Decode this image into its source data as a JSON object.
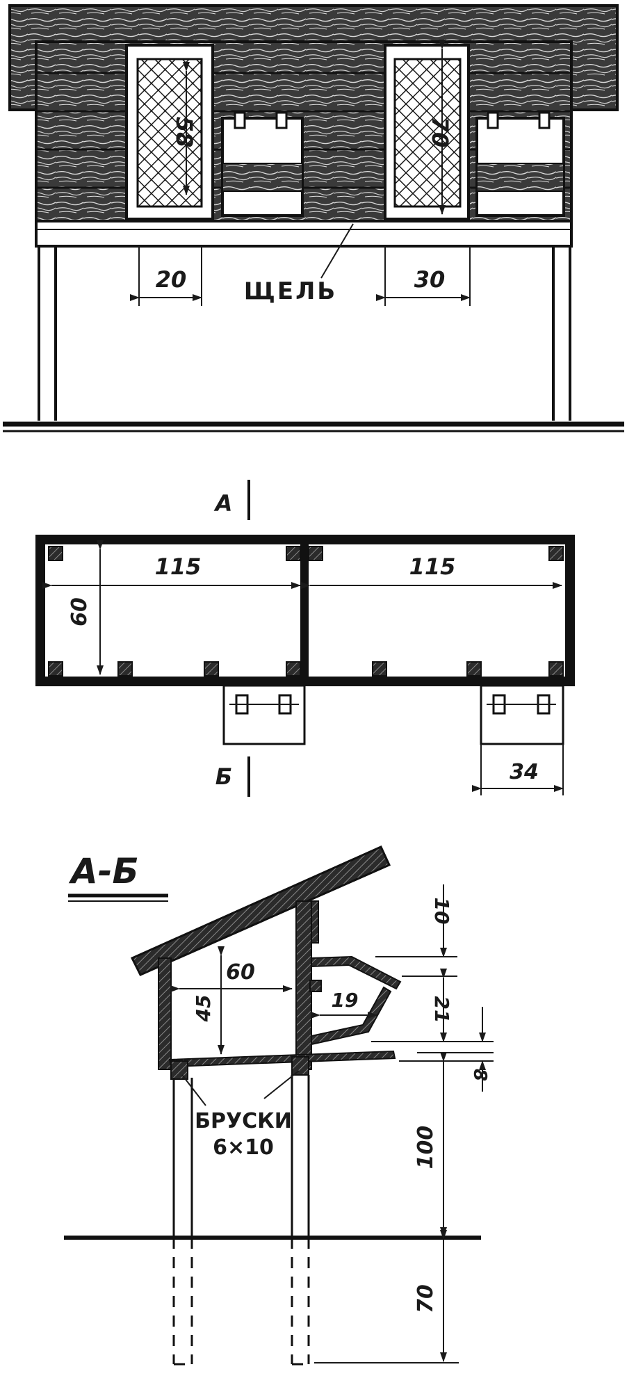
{
  "front_view": {
    "dimensions": [
      {
        "id": "door-height-left",
        "text": "58"
      },
      {
        "id": "door-height-right",
        "text": "70"
      },
      {
        "id": "door-width-left",
        "text": "20"
      },
      {
        "id": "door-width-right",
        "text": "30"
      }
    ],
    "gap_label": "ЩЕЛЬ"
  },
  "plan_view": {
    "section_marks": {
      "top": "А",
      "bottom": "Б"
    },
    "dimensions": [
      {
        "id": "room-width-left",
        "text": "115"
      },
      {
        "id": "room-width-right",
        "text": "115"
      },
      {
        "id": "room-depth",
        "text": "60"
      },
      {
        "id": "nest-box-width",
        "text": "34"
      }
    ]
  },
  "section_view": {
    "title": "А-Б",
    "dimensions": [
      {
        "id": "inner-depth",
        "text": "60"
      },
      {
        "id": "inner-height",
        "text": "45"
      },
      {
        "id": "box-depth",
        "text": "19"
      },
      {
        "id": "roof-overhang",
        "text": "10"
      },
      {
        "id": "box-height",
        "text": "21"
      },
      {
        "id": "floor-thickness",
        "text": "8"
      },
      {
        "id": "leg-height",
        "text": "100"
      },
      {
        "id": "ground-depth",
        "text": "70"
      }
    ],
    "beams_label_line1": "БРУСКИ",
    "beams_label_line2": "6×10"
  },
  "colors": {
    "ink": "#1a1a1a",
    "paper": "#ffffff"
  }
}
